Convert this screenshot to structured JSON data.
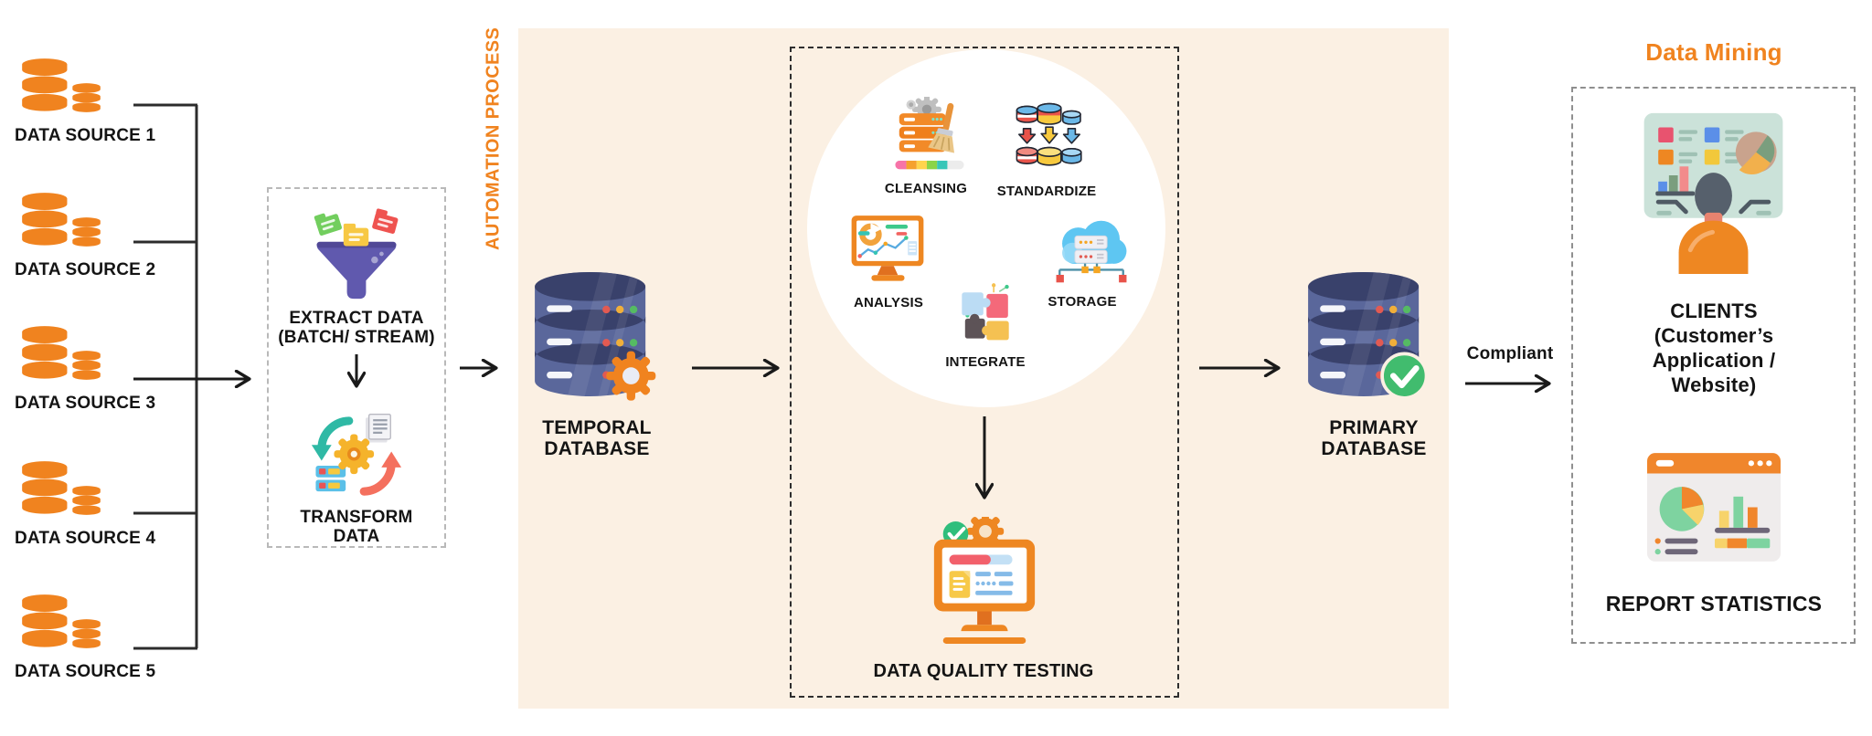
{
  "colors": {
    "accent_orange": "#F0831F",
    "peach_panel": "#FBF0E3",
    "database_navy": "#5A679B",
    "success_green": "#41BC6E"
  },
  "sources": {
    "items": [
      {
        "label": "DATA SOURCE 1"
      },
      {
        "label": "DATA SOURCE 2"
      },
      {
        "label": "DATA SOURCE 3"
      },
      {
        "label": "DATA SOURCE 4"
      },
      {
        "label": "DATA SOURCE 5"
      }
    ]
  },
  "etl": {
    "extract_line1": "EXTRACT DATA",
    "extract_line2": "(BATCH/ STREAM)",
    "transform_line1": "TRANSFORM",
    "transform_line2": "DATA"
  },
  "automation": {
    "label": "AUTOMATION PROCESS"
  },
  "temporal_db": {
    "line1": "TEMPORAL",
    "line2": "DATABASE"
  },
  "process_circle": {
    "steps": [
      {
        "label": "CLEANSING"
      },
      {
        "label": "STANDARDIZE"
      },
      {
        "label": "ANALYSIS"
      },
      {
        "label": "STORAGE"
      },
      {
        "label": "INTEGRATE"
      }
    ]
  },
  "quality": {
    "label": "DATA QUALITY TESTING"
  },
  "primary_db": {
    "line1": "PRIMARY",
    "line2": "DATABASE"
  },
  "flow": {
    "compliant_label": "Compliant"
  },
  "mining": {
    "title": "Data Mining",
    "clients_line1": "CLIENTS",
    "clients_line2": "(Customer’s",
    "clients_line3": "Application / Website)",
    "report_label": "REPORT STATISTICS"
  },
  "icons": {
    "data_source": "orange-database-icon",
    "extract": "funnel-folders-icon",
    "transform": "sync-gear-icon",
    "temporal_database": "navy-database-gear-icon",
    "cleansing": "server-broom-icon",
    "standardize": "databases-arrows-icon",
    "analysis": "monitor-charts-icon",
    "storage": "cloud-server-icon",
    "integrate": "puzzle-pieces-icon",
    "quality_testing": "monitor-check-gear-icon",
    "primary_database": "navy-database-check-icon",
    "clients": "person-dashboard-icon",
    "report_statistics": "browser-charts-icon"
  }
}
